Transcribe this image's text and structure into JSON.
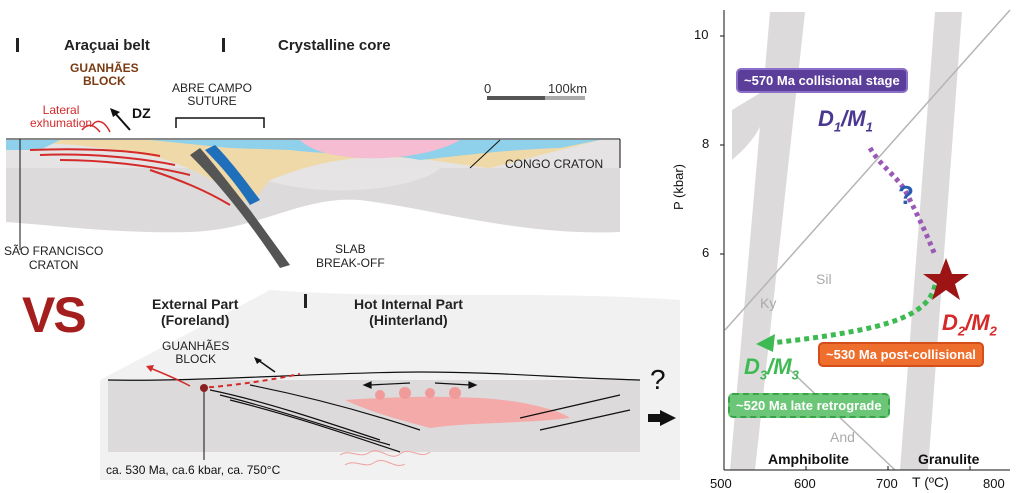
{
  "top_section": {
    "aracuai_belt": "Araçuai belt",
    "crystalline_core": "Crystalline core",
    "guanhaes_block": "GUANHÃES\nBLOCK",
    "abre_campo": "ABRE CAMPO\nSUTURE",
    "lateral_exhumation": "Lateral\nexhumation",
    "dz": "DZ",
    "scale_zero": "0",
    "scale_100": "100km",
    "congo_craton": "CONGO CRATON",
    "sao_francisco": "SÃO FRANCISCO\nCRATON",
    "slab_breakoff": "SLAB\nBREAK-OFF"
  },
  "bottom_section": {
    "vs": "VS",
    "external_part": "External Part\n(Foreland)",
    "hot_internal_part": "Hot Internal Part\n(Hinterland)",
    "guanhaes_block": "GUANHÃES\nBLOCK",
    "question": "?",
    "conditions": "ca. 530 Ma, ca.6 kbar, ca. 750°C"
  },
  "pt_diagram": {
    "y_axis_label": "P (kbar)",
    "x_axis_label": "T (ºC)",
    "x_ticks": [
      "500",
      "600",
      "700",
      "800"
    ],
    "y_ticks": [
      "10",
      "8",
      "6"
    ],
    "field_ky": "Ky",
    "field_sil": "Sil",
    "field_and": "And",
    "facies_amphibolite": "Amphibolite",
    "facies_granulite": "Granulite",
    "stage_collisional": "~570 Ma collisional stage",
    "stage_post_collisional": "~530 Ma post-collisional",
    "stage_late_retrograde": "~520 Ma late retrograde",
    "d1m1_main": "D",
    "d1m1_sub": "1",
    "d1m1_sep": "/M",
    "d1m1_sub2": "1",
    "d2m2_main": "D",
    "d2m2_sub": "2",
    "d2m2_sep": "/M",
    "d2m2_sub2": "2",
    "d3m3_main": "D",
    "d3m3_sub": "3",
    "d3m3_sep": "/M",
    "d3m3_sub2": "3",
    "question": "?",
    "colors": {
      "collisional": "#5b3d9a",
      "post_collisional": "#ee6f2d",
      "late_retrograde": "#5cbf68",
      "d2_red": "#d62a2a",
      "star": "#9c1414"
    }
  }
}
